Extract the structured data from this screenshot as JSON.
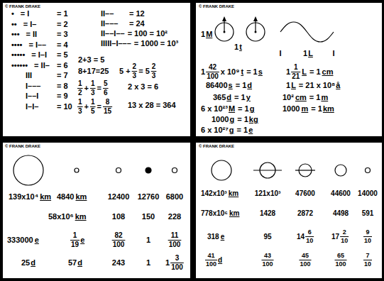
{
  "diagram": {
    "labels": [
      "© FRANK DRAKE",
      "© FRANK DRAKE",
      "© FRANK DRAKE",
      "© FRANK DRAKE",
      "•",
      "= I",
      "= 1",
      "••",
      "= I–",
      "= 2",
      "•••",
      "= II",
      "= 3",
      "••••",
      "= I––",
      "= 4",
      "•••••",
      "= I–I",
      "= 5",
      "••••••",
      "= II–",
      "= 6",
      "III",
      "= 7",
      "I–––",
      "= 8",
      "I––I",
      "= 9",
      "I–I–",
      "= 10",
      "II––",
      "= 12",
      "II–––",
      "= 24",
      "II––I––",
      "= 100 = 10²",
      "IIIII–I–––",
      "= 1000 = 10³",
      "2+3 = 5",
      "8+17=25",
      "5 +",
      "2",
      "3",
      "= 5",
      "2",
      "3",
      "1",
      "2",
      "+",
      "1",
      "3",
      "=",
      "5",
      "6",
      "2 x 3 = 6",
      "1",
      "3",
      "+",
      "1",
      "5",
      "=",
      "8",
      "15",
      "13 x 28 = 364",
      "1",
      "M",
      "1",
      "t",
      "I",
      "1",
      "L",
      "I",
      "1",
      "42",
      "100",
      "x 10⁹",
      "t",
      "= 1",
      "s",
      "1",
      "1",
      "21",
      "L",
      "= 1",
      "cm",
      "86400",
      "s",
      "= 1",
      "d",
      "1",
      "L",
      "= 21 x 10⁸",
      "å",
      "365",
      "d",
      "= 1",
      "y",
      "10²",
      "cm",
      "= 1",
      "m",
      "6 x 10²³",
      "M",
      "= 1",
      "g",
      "1000",
      "m",
      "= 1",
      "km",
      "1000",
      "g",
      "= 1",
      "kg",
      "6 x 10²⁷",
      "g",
      "= 1",
      "e",
      "139x10⁴",
      "km",
      "4840",
      "km",
      "12400",
      "12760",
      "6800",
      "58x10⁶",
      "km",
      "108",
      "150",
      "228",
      "333000",
      "e",
      "1",
      "19",
      "e",
      "82",
      "100",
      "1",
      "11",
      "100",
      "25",
      "d",
      "57",
      "d",
      "243",
      "1",
      "1",
      "3",
      "100",
      "142x10³",
      "km",
      "121x10³",
      "47600",
      "44600",
      "14000",
      "778x10⁶",
      "km",
      "1428",
      "2872",
      "4498",
      "591",
      "318",
      "e",
      "95",
      "14",
      "6",
      "10",
      "17",
      "2",
      "10",
      "9",
      "10",
      "41",
      "100",
      "d",
      "43",
      "100",
      "45",
      "100",
      "65",
      "100",
      "7",
      "10"
    ]
  }
}
